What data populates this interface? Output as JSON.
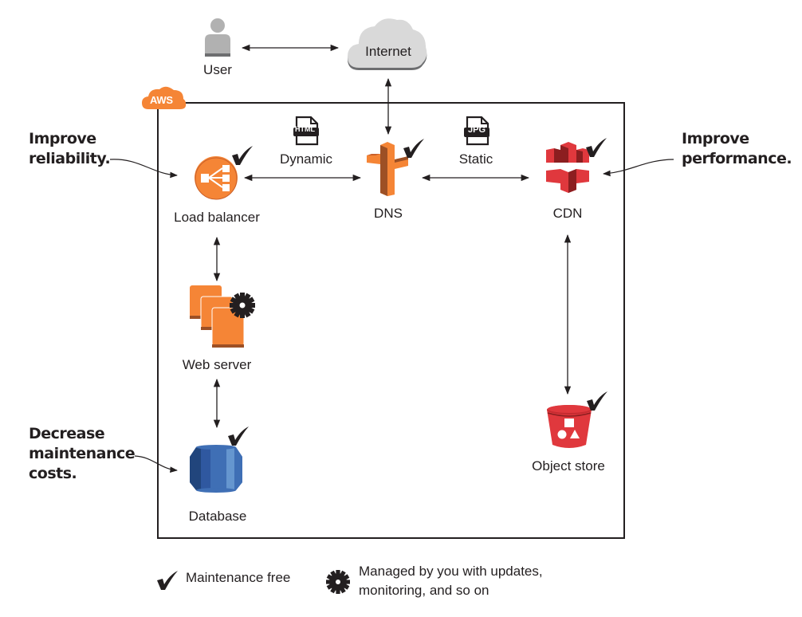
{
  "cloud_label": "AWS",
  "external": {
    "user": {
      "label": "User",
      "icon": "user-icon"
    },
    "internet": {
      "label": "Internet",
      "icon": "cloud-icon"
    }
  },
  "services": {
    "load_balancer": {
      "label": "Load balancer",
      "icon": "load-balancer-icon",
      "status": "maintenance-free"
    },
    "dns": {
      "label": "DNS",
      "icon": "dns-route-icon",
      "status": "maintenance-free"
    },
    "cdn": {
      "label": "CDN",
      "icon": "cdn-icon",
      "status": "maintenance-free"
    },
    "web_server": {
      "label": "Web server",
      "icon": "web-server-icon",
      "status": "managed-by-you"
    },
    "database": {
      "label": "Database",
      "icon": "database-icon",
      "status": "maintenance-free"
    },
    "object_store": {
      "label": "Object store",
      "icon": "bucket-icon",
      "status": "maintenance-free"
    }
  },
  "edges": {
    "dynamic": {
      "label": "Dynamic",
      "file_badge": "HTML"
    },
    "static": {
      "label": "Static",
      "file_badge": "JPG"
    }
  },
  "annotations": {
    "reliability": [
      "Improve",
      "reliability."
    ],
    "performance": [
      "Improve",
      "performance."
    ],
    "maintenance": [
      "Decrease",
      "maintenance",
      "costs."
    ]
  },
  "legend": {
    "check": "Maintenance free",
    "gear_line1": "Managed by you with updates,",
    "gear_line2": "monitoring, and so on"
  },
  "colors": {
    "aws_orange": "#f58536",
    "aws_orange_dark": "#9d5025",
    "cdn_red": "#e0383d",
    "cdn_red_dark": "#8c1e20",
    "db_blue": "#3f6fb5",
    "db_blue_dark": "#21457c",
    "db_blue_light": "#6596cf",
    "cloud_gray": "#d9d9d9",
    "ink": "#231f20"
  }
}
